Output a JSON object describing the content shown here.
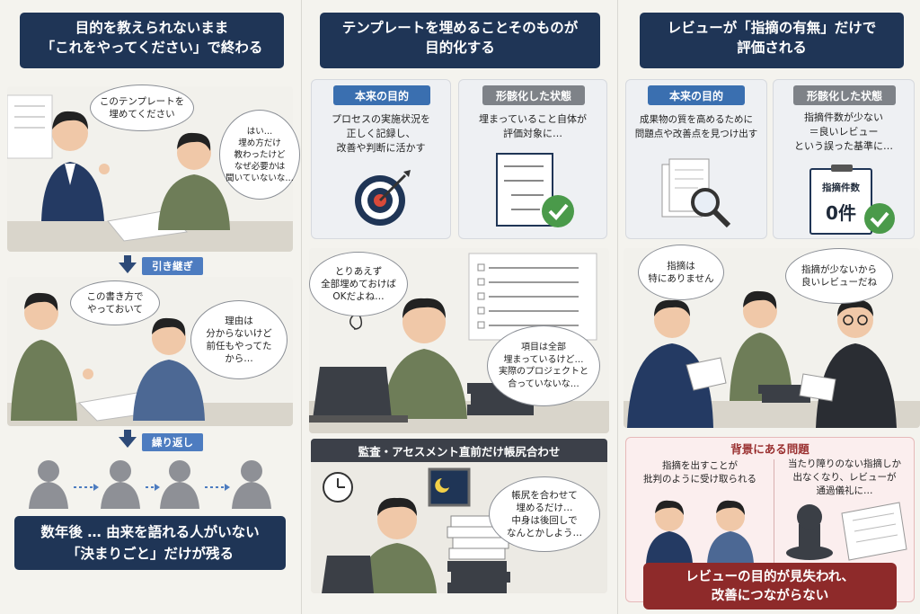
{
  "col1": {
    "title": "目的を教えられないまま\n「これをやってください」で終わる",
    "bubble1": "このテンプレートを\n埋めてください",
    "bubble2": "はい…\n埋め方だけ\n教わったけど\nなぜ必要かは\n聞いていないな…",
    "arrow1": "引き継ぎ",
    "bubble3": "この書き方で\nやっておいて",
    "bubble4": "理由は\n分からないけど\n前任もやってた\nから…",
    "arrow2": "繰り返し",
    "footer": "数年後 … 由来を語れる人がいない\n「決まりごと」だけが残る"
  },
  "col2": {
    "title": "テンプレートを埋めることそのものが\n目的化する",
    "label_true": "本来の目的",
    "text_true": "プロセスの実施状況を\n正しく記録し、\n改善や判断に活かす",
    "label_formal": "形骸化した状態",
    "text_formal": "埋まっていること自体が\n評価対象に…",
    "bubble1": "とりあえず\n全部埋めておけば\nOKだよね…",
    "bubble2": "項目は全部\n埋まっているけど…\n実際のプロジェクトと\n合っていないな…",
    "audit_title": "監査・アセスメント直前だけ帳尻合わせ",
    "bubble3": "帳尻を合わせて\n埋めるだけ…\n中身は後回しで\nなんとかしよう…"
  },
  "col3": {
    "title": "レビューが「指摘の有無」だけで\n評価される",
    "label_true": "本来の目的",
    "text_true": "成果物の質を高めるために\n問題点や改善点を見つけ出す",
    "label_formal": "形骸化した状態",
    "text_formal": "指摘件数が少ない\n＝良いレビュー\nという誤った基準に…",
    "board_label": "指摘件数",
    "board_value": "0件",
    "bubble1": "指摘は\n特にありません",
    "bubble2": "指摘が少ないから\n良いレビューだね",
    "issue_title": "背景にある問題",
    "issue1": "指摘を出すことが\n批判のように受け取られる",
    "issue2": "当たり障りのない指摘しか\n出なくなり、レビューが\n通過儀礼に…",
    "footer": "レビューの目的が見失われ、\n改善につながらない"
  },
  "colors": {
    "navy": "#1f3556",
    "accent_blue": "#3a6fb0",
    "red": "#8e2a2a",
    "check_green": "#4a9a4a"
  }
}
